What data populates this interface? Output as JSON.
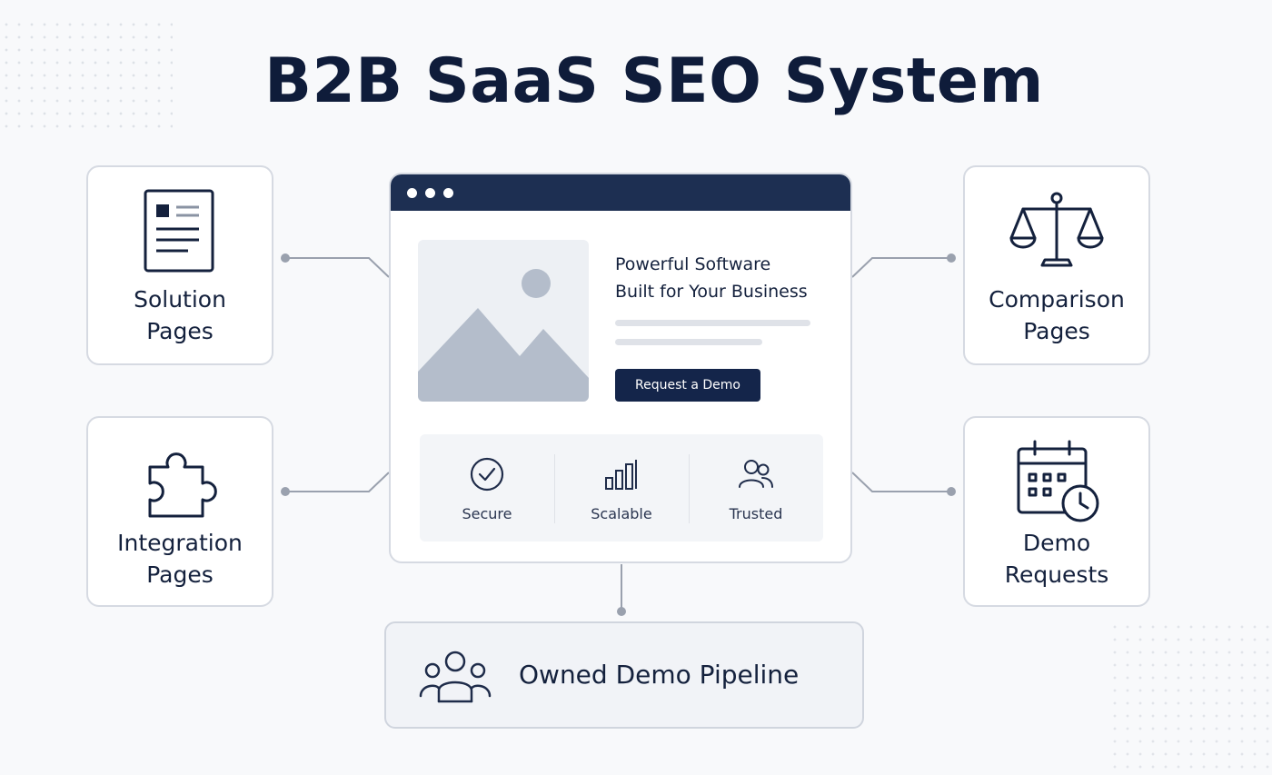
{
  "title": "B2B SaaS SEO System",
  "cards": {
    "solution": {
      "line1": "Solution",
      "line2": "Pages",
      "icon": "document-icon"
    },
    "integration": {
      "line1": "Integration",
      "line2": "Pages",
      "icon": "puzzle-piece-icon"
    },
    "comparison": {
      "line1": "Comparison",
      "line2": "Pages",
      "icon": "balance-scale-icon"
    },
    "demo": {
      "line1": "Demo",
      "line2": "Requests",
      "icon": "calendar-clock-icon"
    }
  },
  "browser": {
    "headline_line1": "Powerful Software",
    "headline_line2": "Built for Your Business",
    "cta_label": "Request a Demo",
    "features": [
      {
        "label": "Secure",
        "icon": "check-circle-icon"
      },
      {
        "label": "Scalable",
        "icon": "bar-chart-icon"
      },
      {
        "label": "Trusted",
        "icon": "users-icon"
      }
    ]
  },
  "pipeline": {
    "label": "Owned Demo Pipeline",
    "icon": "team-icon"
  },
  "colors": {
    "navy": "#14254a",
    "bar": "#1d2f52",
    "connector": "#9aa1ae",
    "card_border": "#d6dae2",
    "placeholder": "#b4bdcb"
  }
}
